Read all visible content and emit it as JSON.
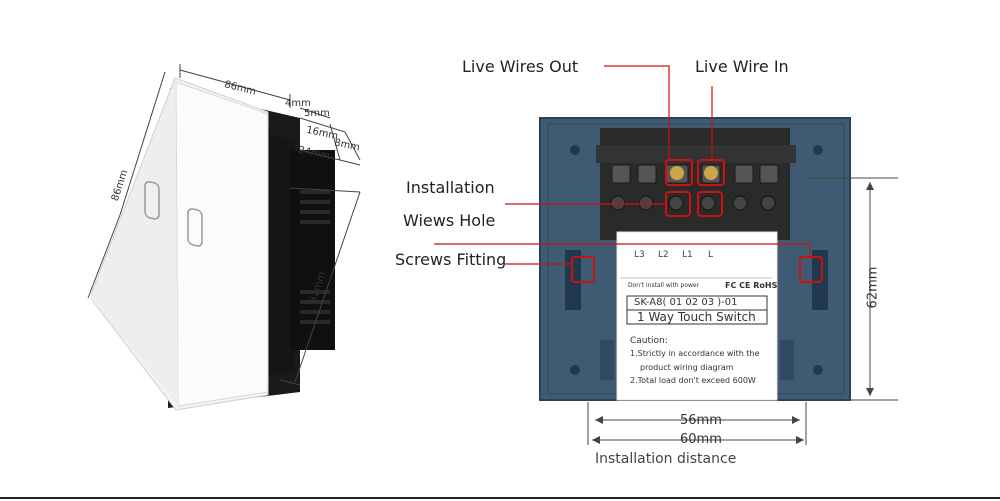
{
  "callouts": {
    "live_wires_out": "Live Wires Out",
    "live_wire_in": "Live Wire In",
    "installation": "Installation",
    "wiews_hole": "Wiews Hole",
    "screws_fitting": "Screws Fitting",
    "installation_distance": "Installation distance"
  },
  "dimensions": {
    "w56": "56mm",
    "w60": "60mm",
    "h62_right": "62mm",
    "side_86_top": "86mm",
    "side_86_left": "86mm",
    "side_4": "4mm",
    "side_5": "5mm",
    "side_16": "16mm",
    "side_8": "8mm",
    "side_24": "24mm",
    "side_62": "62mm"
  },
  "label_plate": {
    "terminals": [
      "L3",
      "L2",
      "L1",
      "L"
    ],
    "warning": "Don't install with power",
    "certs": "FC CE RoHS",
    "model": "SK-A8( 01 02 03 )-01",
    "product": "1 Way Touch Switch",
    "caution_title": "Caution:",
    "caution_1a": "1.Strictly in accordance with the",
    "caution_1b": "product wiring diagram",
    "caution_2": "2.Total load don't exceed 600W"
  },
  "colors": {
    "callout_red": "#cc1111",
    "back_blue": "#3f5b73",
    "panel_white": "#f4f4f4"
  }
}
